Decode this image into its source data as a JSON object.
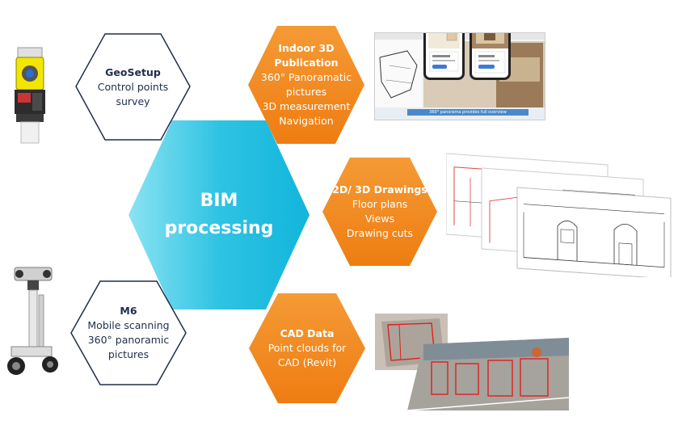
{
  "center": {
    "line1": "BIM",
    "line2": "processing",
    "color": "#34c6e4"
  },
  "geosetup": {
    "title": "GeoSetup",
    "lines": [
      "Control points",
      "survey"
    ]
  },
  "m6": {
    "title": "M6",
    "lines": [
      "Mobile scanning",
      "360° panoramic",
      "pictures"
    ]
  },
  "indoor": {
    "title_lines": [
      "Indoor 3D",
      "Publication"
    ],
    "lines": [
      "360° Panoramatic",
      "pictures",
      "3D measurement",
      "Navigation"
    ]
  },
  "drawings": {
    "title": "2D/ 3D Drawings",
    "lines": [
      "Floor plans",
      "Views",
      "Drawing cuts"
    ]
  },
  "cad": {
    "title": "CAD Data",
    "lines": [
      "Point clouds for",
      "CAD (Revit)"
    ]
  },
  "colors": {
    "orange": "#f28a24",
    "navy": "#1f2d4d",
    "cyan": "#34c6e4"
  },
  "pano_caption": "360° panorama provides full overview",
  "icons": [
    "total-station-icon",
    "mobile-scanner-icon"
  ]
}
